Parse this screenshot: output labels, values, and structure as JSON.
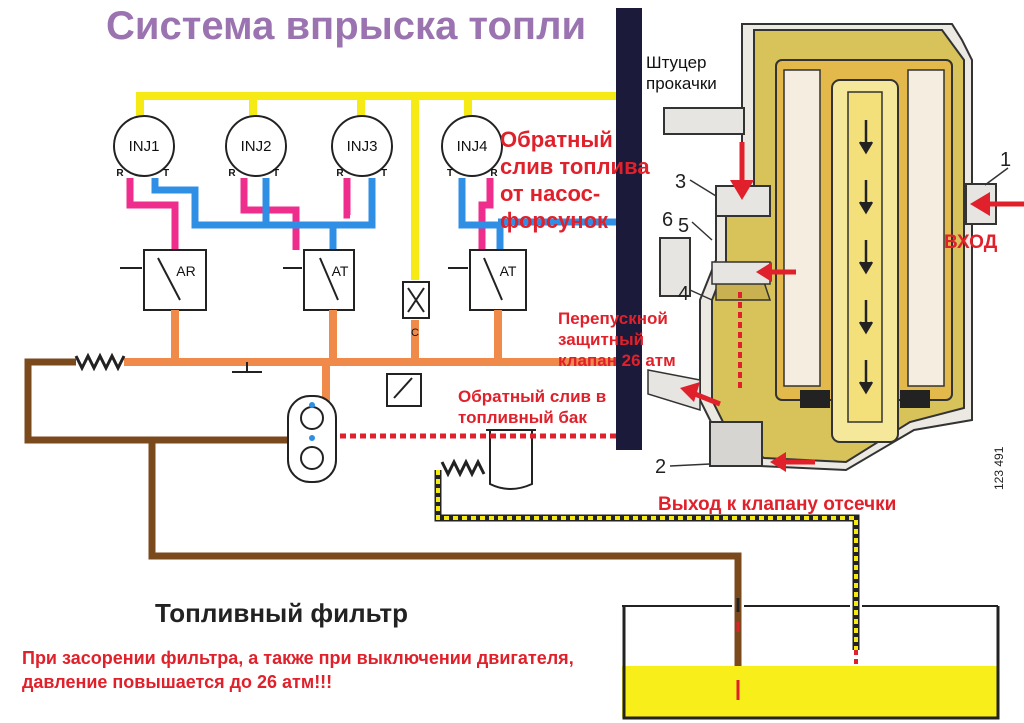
{
  "title": "Система впрыска топли",
  "subtitle": "Топливный фильтр",
  "note": "При засорении фильтра, а также при выключении двигателя, давление повышается до 26 атм!!!",
  "injectors": [
    {
      "id": "INJ1",
      "left_port": "R",
      "right_port": "T"
    },
    {
      "id": "INJ2",
      "left_port": "R",
      "right_port": "T"
    },
    {
      "id": "INJ3",
      "left_port": "R",
      "right_port": "T"
    },
    {
      "id": "INJ4",
      "left_port": "T",
      "right_port": "R"
    }
  ],
  "pumps": [
    "AR",
    "AT",
    "AT"
  ],
  "valve_label": "C",
  "filter_labels": {
    "fitting": "Штуцер прокачки",
    "return_line": "Обратный слив топлива от насос-форсунок",
    "bypass_valve": "Перепускной защитный клапан 26 атм",
    "tank_return": "Обратный слив в топливный бак",
    "inlet": "ВХОД",
    "outlet": "Выход к клапану отсечки",
    "part_numbers": [
      "1",
      "2",
      "3",
      "4",
      "5",
      "6"
    ],
    "ref_code": "123 491"
  },
  "colors": {
    "title": "#9b73b0",
    "yellow_line": "#f5ea14",
    "magenta_line": "#ee2d8c",
    "blue_line": "#2f8fe4",
    "orange_line": "#f08a4b",
    "brown_line": "#7a4a1c",
    "red_text": "#e0202a",
    "filter_body": "#d8c25a",
    "tank_fuel": "#f7ee1a"
  }
}
